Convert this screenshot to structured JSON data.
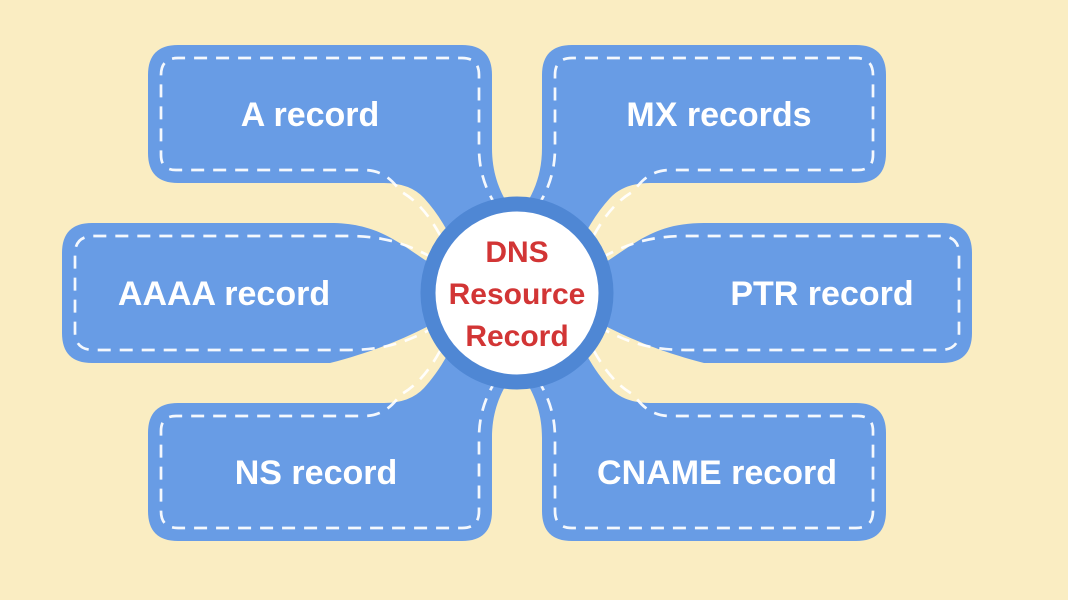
{
  "diagram": {
    "title": "DNS Resource Record",
    "center": {
      "lines": [
        "DNS",
        "Resource",
        "Record"
      ]
    },
    "boxes": [
      {
        "id": "a-record",
        "label": "A record",
        "position": "top-left"
      },
      {
        "id": "mx-records",
        "label": "MX records",
        "position": "top-right"
      },
      {
        "id": "aaaa-record",
        "label": "AAAA record",
        "position": "middle-left"
      },
      {
        "id": "ptr-record",
        "label": "PTR record",
        "position": "middle-right"
      },
      {
        "id": "ns-record",
        "label": "NS record",
        "position": "bottom-left"
      },
      {
        "id": "cname-record",
        "label": "CNAME record",
        "position": "bottom-right"
      }
    ],
    "colors": {
      "background": "#FAEDC2",
      "box_fill": "#689CE5",
      "dashed_border": "#FFFFFF",
      "center_ring": "#4F87D4",
      "center_fill": "#FFFFFF",
      "center_text": "#D23535",
      "box_text": "#FFFFFF"
    }
  }
}
